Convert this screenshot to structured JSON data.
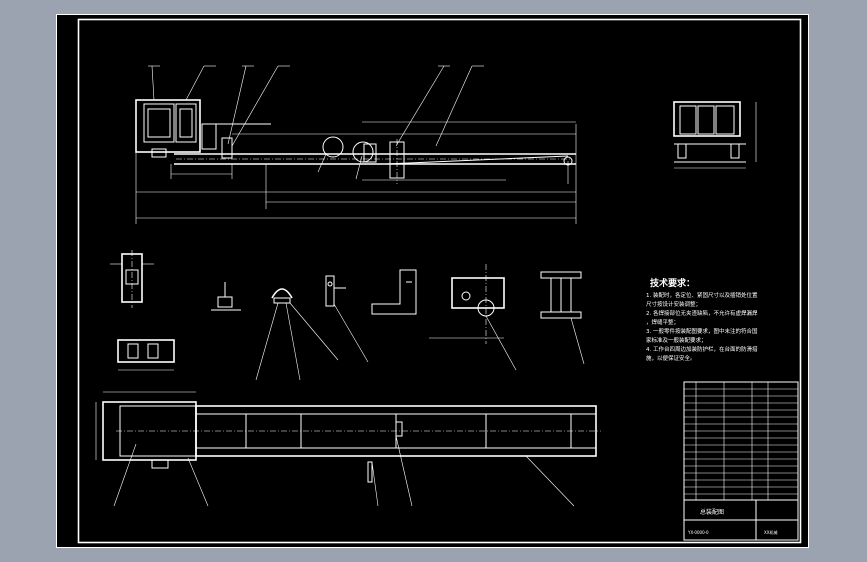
{
  "tech_requirements": {
    "title": "技术要求：",
    "lines": [
      "1. 装配时，各定位、紧固尺寸以及插销处位置",
      "尺寸按设计安装调整；",
      "2. 各焊接部位无夹渣缺陷，不允许有虚焊漏焊",
      "，焊缝平整；",
      "3. 一般零件按装配图要求，图中未注的符合国",
      "家标准及一般装配要求；",
      "4. 工作台四周边加装防护栏，在台面的防滑措",
      "施，以便保证安全。"
    ]
  },
  "title_block": {
    "drawing_name": "总装配图",
    "drawing_no": "YX-0000-0",
    "company": "XX机械"
  },
  "colors": {
    "background_outer": "#9aa3af",
    "sheet": "#000000",
    "line": "#ffffff"
  }
}
